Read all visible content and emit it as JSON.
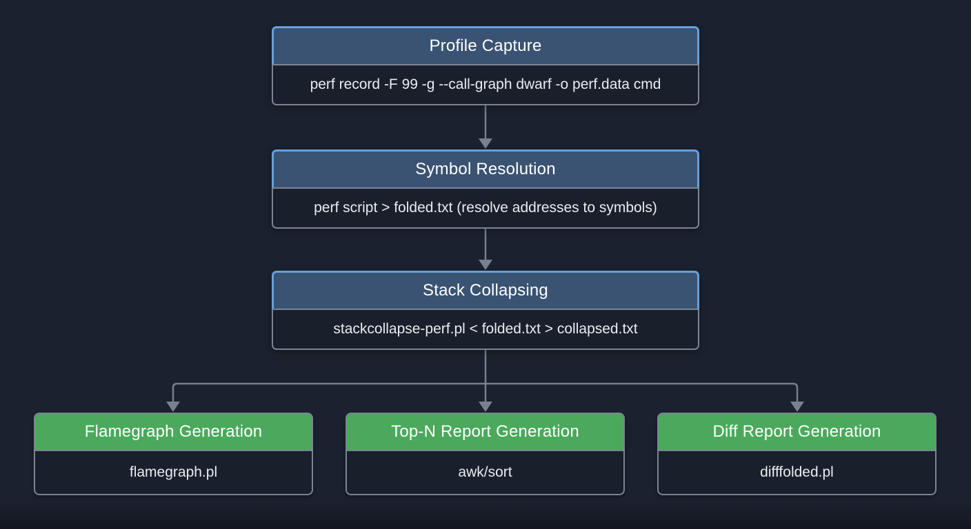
{
  "diagram": {
    "type": "flowchart",
    "direction": "top-down",
    "background_color": "#1b212e",
    "colors": {
      "stage_header_bg": "#3a5372",
      "stage_header_border": "#68a0dd",
      "output_header_bg": "#4aa95b",
      "node_body_bg": "#191f2b",
      "node_body_border": "#7c8595",
      "connector": "#78818e",
      "header_text": "#ffffff",
      "body_text": "#e9edf2"
    },
    "nodes": [
      {
        "id": "profile-capture",
        "style": "blue",
        "title": "Profile Capture",
        "command": "perf record -F 99 -g --call-graph dwarf -o perf.data cmd"
      },
      {
        "id": "symbol-resolution",
        "style": "blue",
        "title": "Symbol Resolution",
        "command": "perf script > folded.txt (resolve addresses to symbols)"
      },
      {
        "id": "stack-collapsing",
        "style": "blue",
        "title": "Stack Collapsing",
        "command": "stackcollapse-perf.pl < folded.txt > collapsed.txt"
      },
      {
        "id": "flamegraph-generation",
        "style": "green",
        "title": "Flamegraph Generation",
        "command": "flamegraph.pl"
      },
      {
        "id": "top-n-report-generation",
        "style": "green",
        "title": "Top-N Report Generation",
        "command": "awk/sort"
      },
      {
        "id": "diff-report-generation",
        "style": "green",
        "title": "Diff Report Generation",
        "command": "difffolded.pl"
      }
    ],
    "edges": [
      {
        "from": "Profile Capture",
        "to": "Symbol Resolution"
      },
      {
        "from": "Symbol Resolution",
        "to": "Stack Collapsing"
      },
      {
        "from": "Stack Collapsing",
        "to": "Flamegraph Generation"
      },
      {
        "from": "Stack Collapsing",
        "to": "Top-N Report Generation"
      },
      {
        "from": "Stack Collapsing",
        "to": "Diff Report Generation"
      }
    ]
  }
}
